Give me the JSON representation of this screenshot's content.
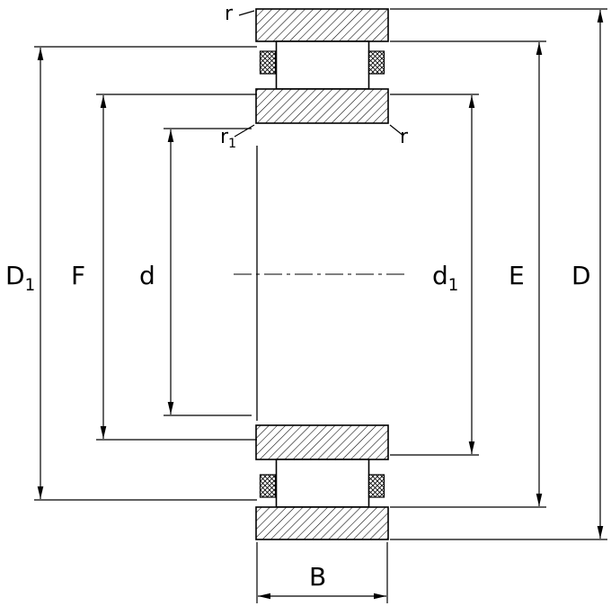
{
  "drawing": {
    "title": "Cylindrical roller bearing cross-section dimension drawing",
    "colors": {
      "line": "#000000",
      "background": "#ffffff"
    },
    "labels": {
      "D1": {
        "main": "D",
        "sub": "1"
      },
      "F": {
        "main": "F",
        "sub": ""
      },
      "d": {
        "main": "d",
        "sub": ""
      },
      "r_top": {
        "main": "r",
        "sub": ""
      },
      "r1": {
        "main": "r",
        "sub": "1"
      },
      "r_right": {
        "main": "r",
        "sub": ""
      },
      "d1": {
        "main": "d",
        "sub": "1"
      },
      "E": {
        "main": "E",
        "sub": ""
      },
      "D": {
        "main": "D",
        "sub": ""
      },
      "B": {
        "main": "B",
        "sub": ""
      }
    }
  }
}
